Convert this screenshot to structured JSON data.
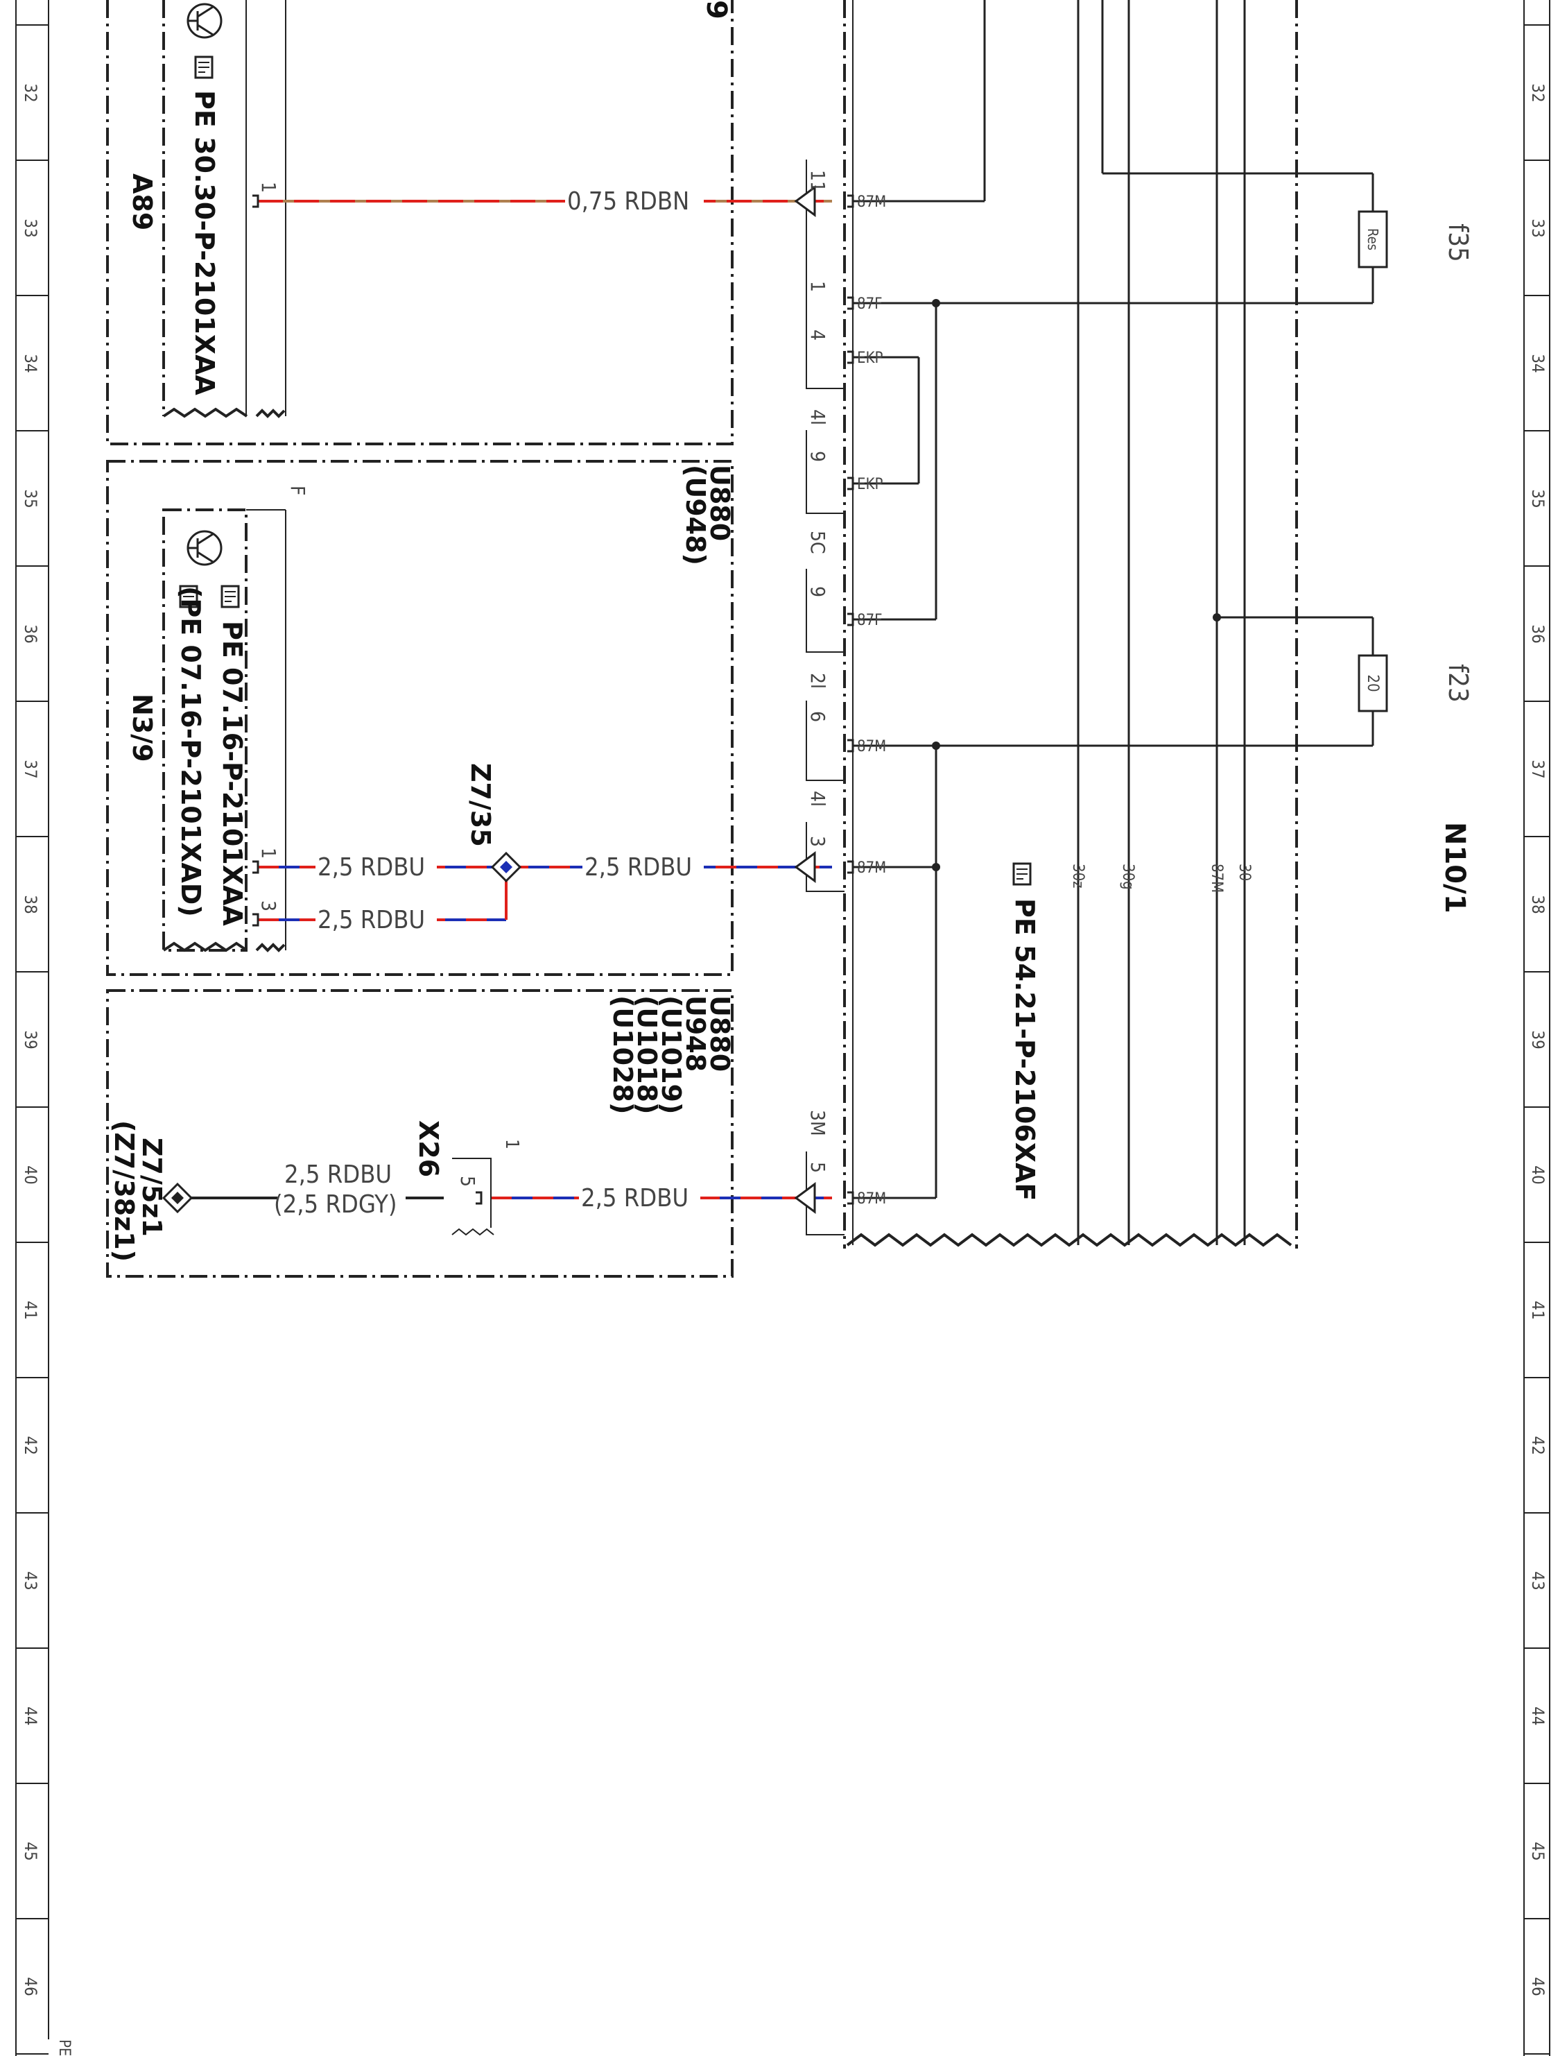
{
  "ruler": {
    "rows": [
      "32",
      "33",
      "34",
      "35",
      "36",
      "37",
      "38",
      "39",
      "40",
      "41",
      "42",
      "43",
      "44",
      "45",
      "46"
    ],
    "corner_text": "PE"
  },
  "boxes": {
    "a89": {
      "name": "A89",
      "ref": "PE 30.30-P-2101XAA",
      "pin": "1",
      "codes": "9"
    },
    "n3_9": {
      "name": "N3/9",
      "ref1": "PE 07.16-P-2101XAA",
      "ref2": "(PE 07.16-P-2101XAD)",
      "pin1": "1",
      "pin2": "3",
      "flag": "F",
      "codes": [
        "U880",
        "(U948)"
      ]
    },
    "ground": {
      "name1": "Z7/5z1",
      "name2": "(Z7/38z1)",
      "codes": [
        "U880",
        "U948",
        "(U1019)",
        "(U1018)",
        "(U1028)"
      ]
    }
  },
  "wires": {
    "w1": "0,75 RDBN",
    "w2a": "2,5 RDBU",
    "w2b": "2,5 RDBU",
    "w2c": "2,5 RDBU",
    "w3a": "2,5 RDBU",
    "w3b": "(2,5 RDGY)",
    "w4": "2,5 RDBU"
  },
  "splice": {
    "name": "Z7/35"
  },
  "connector_x26": {
    "name": "X26",
    "pin": "5",
    "flag": "1"
  },
  "module": {
    "name": "N10/1",
    "ref": "PE 54.21-P-2106XAF",
    "connectors": [
      {
        "id": "11",
        "sub": "1",
        "pin": "87M"
      },
      {
        "id": "1",
        "sub": "4",
        "pin": "87F"
      },
      {
        "id": "4",
        "sub": "",
        "pin": "EKP"
      },
      {
        "id": "4l",
        "sub": "9",
        "pin": "EKP"
      },
      {
        "id": "5C",
        "sub": "9",
        "pin": "87F"
      },
      {
        "id": "2l",
        "sub": "6",
        "pin": "87M"
      },
      {
        "id": "4l",
        "sub": "3",
        "pin": "87M"
      },
      {
        "id": "3M",
        "sub": "5",
        "pin": "87M"
      }
    ],
    "bus_labels": [
      "30z",
      "30g",
      "87M",
      "30"
    ],
    "fuses": [
      {
        "name": "f35",
        "value": "Res"
      },
      {
        "name": "f23",
        "value": "20"
      }
    ]
  },
  "colors": {
    "red": "#e0201b",
    "blue": "#1c2fb5",
    "brown": "#b08050"
  }
}
